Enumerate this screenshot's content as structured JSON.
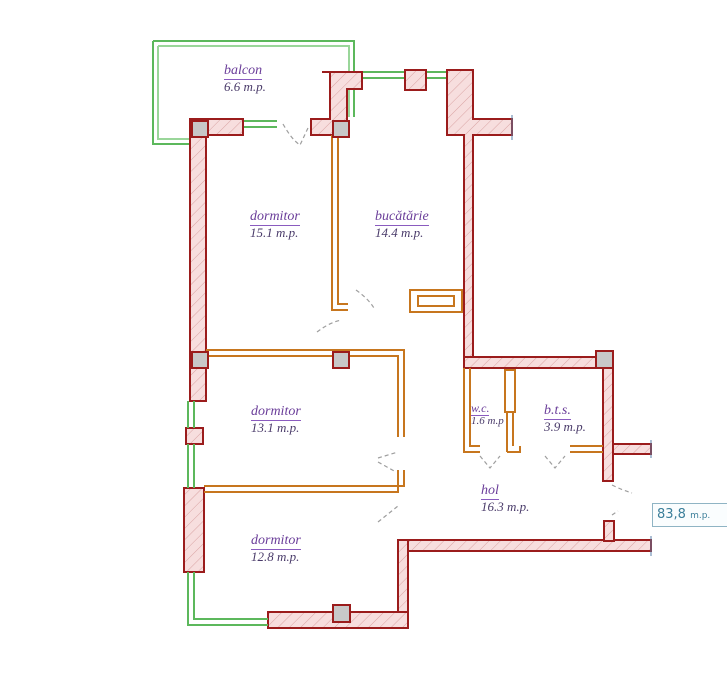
{
  "plan": {
    "total_area": {
      "value": "83,8",
      "unit": "m.p."
    },
    "rooms": [
      {
        "id": "balcon",
        "name": "balcon",
        "area": "6.6 m.p."
      },
      {
        "id": "dormitor-1",
        "name": "dormitor",
        "area": "15.1 m.p."
      },
      {
        "id": "bucatarie",
        "name": "bucătărie",
        "area": "14.4 m.p."
      },
      {
        "id": "dormitor-2",
        "name": "dormitor",
        "area": "13.1 m.p."
      },
      {
        "id": "wc",
        "name": "w.c.",
        "area": "1.6 m.p"
      },
      {
        "id": "bts",
        "name": "b.t.s.",
        "area": "3.9 m.p."
      },
      {
        "id": "hol",
        "name": "hol",
        "area": "16.3 m.p."
      },
      {
        "id": "dormitor-3",
        "name": "dormitor",
        "area": "12.8 m.p."
      }
    ],
    "colors": {
      "exterior_wall": "#9b1c1c",
      "exterior_fill": "#f6dada",
      "interior_wall": "#c7761e",
      "window": "#4caf50",
      "column": "#c8c8c8",
      "label": "#6a3d99"
    }
  }
}
